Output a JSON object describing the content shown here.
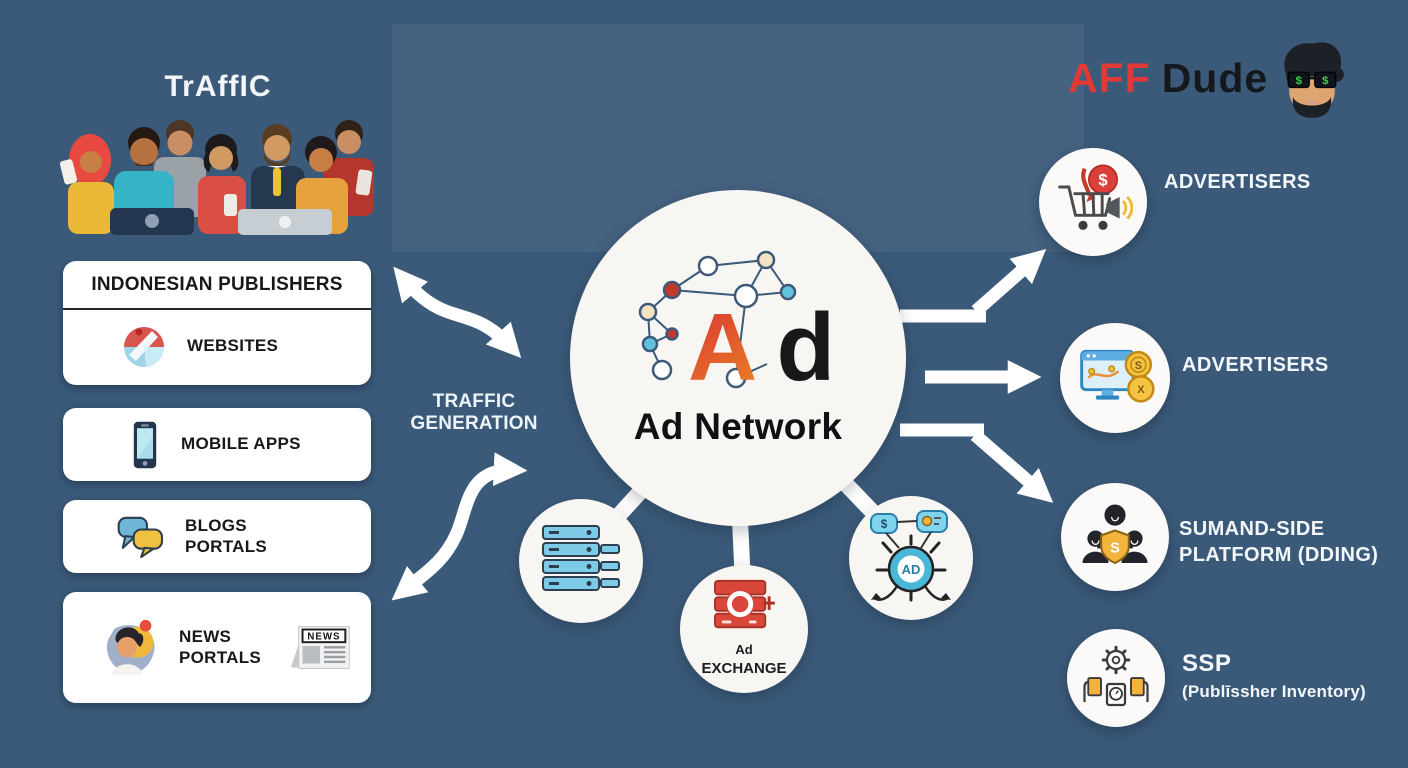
{
  "colors": {
    "background": "#3b5a7a",
    "panel": "#ffffff",
    "accent_red": "#d9403a",
    "brand_red": "#e03a36",
    "gold": "#f3b33c",
    "light_blue": "#7ecbe8"
  },
  "header": {
    "title": "TrAffIC"
  },
  "brand": {
    "aff": "AFF",
    "dude": "Dude"
  },
  "publishers": {
    "header": "INDONESIAN PUBLISHERS",
    "websites_label": "WEBSITES",
    "mobile_apps_label": "MOBILE APPS",
    "blogs_line1": "BLOGS",
    "blogs_line2": "PORTALS",
    "news_line1": "NEWS",
    "news_line2": "PORTALS",
    "newspaper_text": "NEWS"
  },
  "flow": {
    "traffic_line1": "TRAFFIC",
    "traffic_line2": "GENERATION"
  },
  "ad_network": {
    "logo_a": "A",
    "logo_d": "d",
    "label": "Ad Network"
  },
  "sub_nodes": {
    "exchange_line1": "Ad",
    "exchange_line2": "EXCHANGE",
    "ad_badge": "AD",
    "tag_dollar": "$"
  },
  "right_nodes": {
    "advertisers1": "ADVERTISERS",
    "advertisers2": "ADVERTISERS",
    "dsp_line1": "SUMAND-SIDE",
    "dsp_line2": "PLATFORM (DDING)",
    "ssp_line1": "SSP",
    "ssp_line2": "(Publīssher Inventory)"
  },
  "icon_glyphs": {
    "dollar": "$",
    "coin_s": "S",
    "coin_x": "X",
    "shield_s": "S",
    "glasses_dollar": "$"
  }
}
